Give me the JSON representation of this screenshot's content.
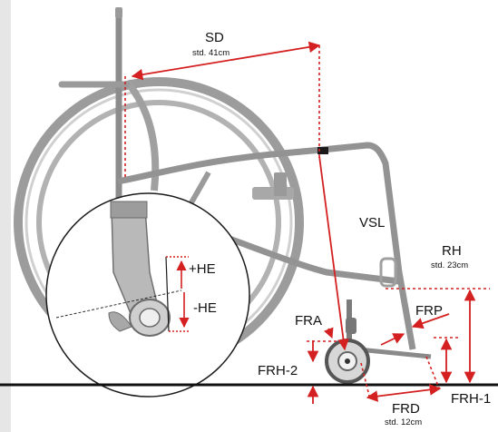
{
  "labels": {
    "sd": "SD",
    "sd_std": "std. 41cm",
    "vsl": "VSL",
    "rh": "RH",
    "rh_std": "std. 23cm",
    "frp": "FRP",
    "fra": "FRA",
    "frh2": "FRH-2",
    "frd": "FRD",
    "frd_std": "std. 12cm",
    "frh1": "FRH-1",
    "he_plus": "+HE",
    "he_minus": "-HE"
  },
  "colors": {
    "dimension": "#d42020",
    "frame": "#8a8a8a",
    "wheel": "#a6a6a6",
    "background": "#ffffff",
    "left_strip": "#e6e6e6"
  },
  "icons": {
    "wheelchair": "wheelchair-illustration",
    "zoom_inset": "magnifier-circle"
  }
}
